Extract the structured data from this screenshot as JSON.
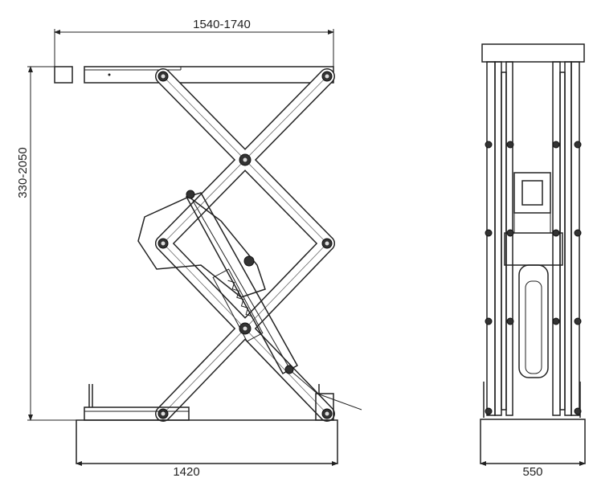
{
  "title": "Scissor lift technical drawing",
  "dimensions": {
    "platform_length": "1540-1740",
    "lift_height": "330-2050",
    "base_length": "1420",
    "width": "550"
  },
  "colors": {
    "line": "#222222",
    "background": "#ffffff"
  }
}
